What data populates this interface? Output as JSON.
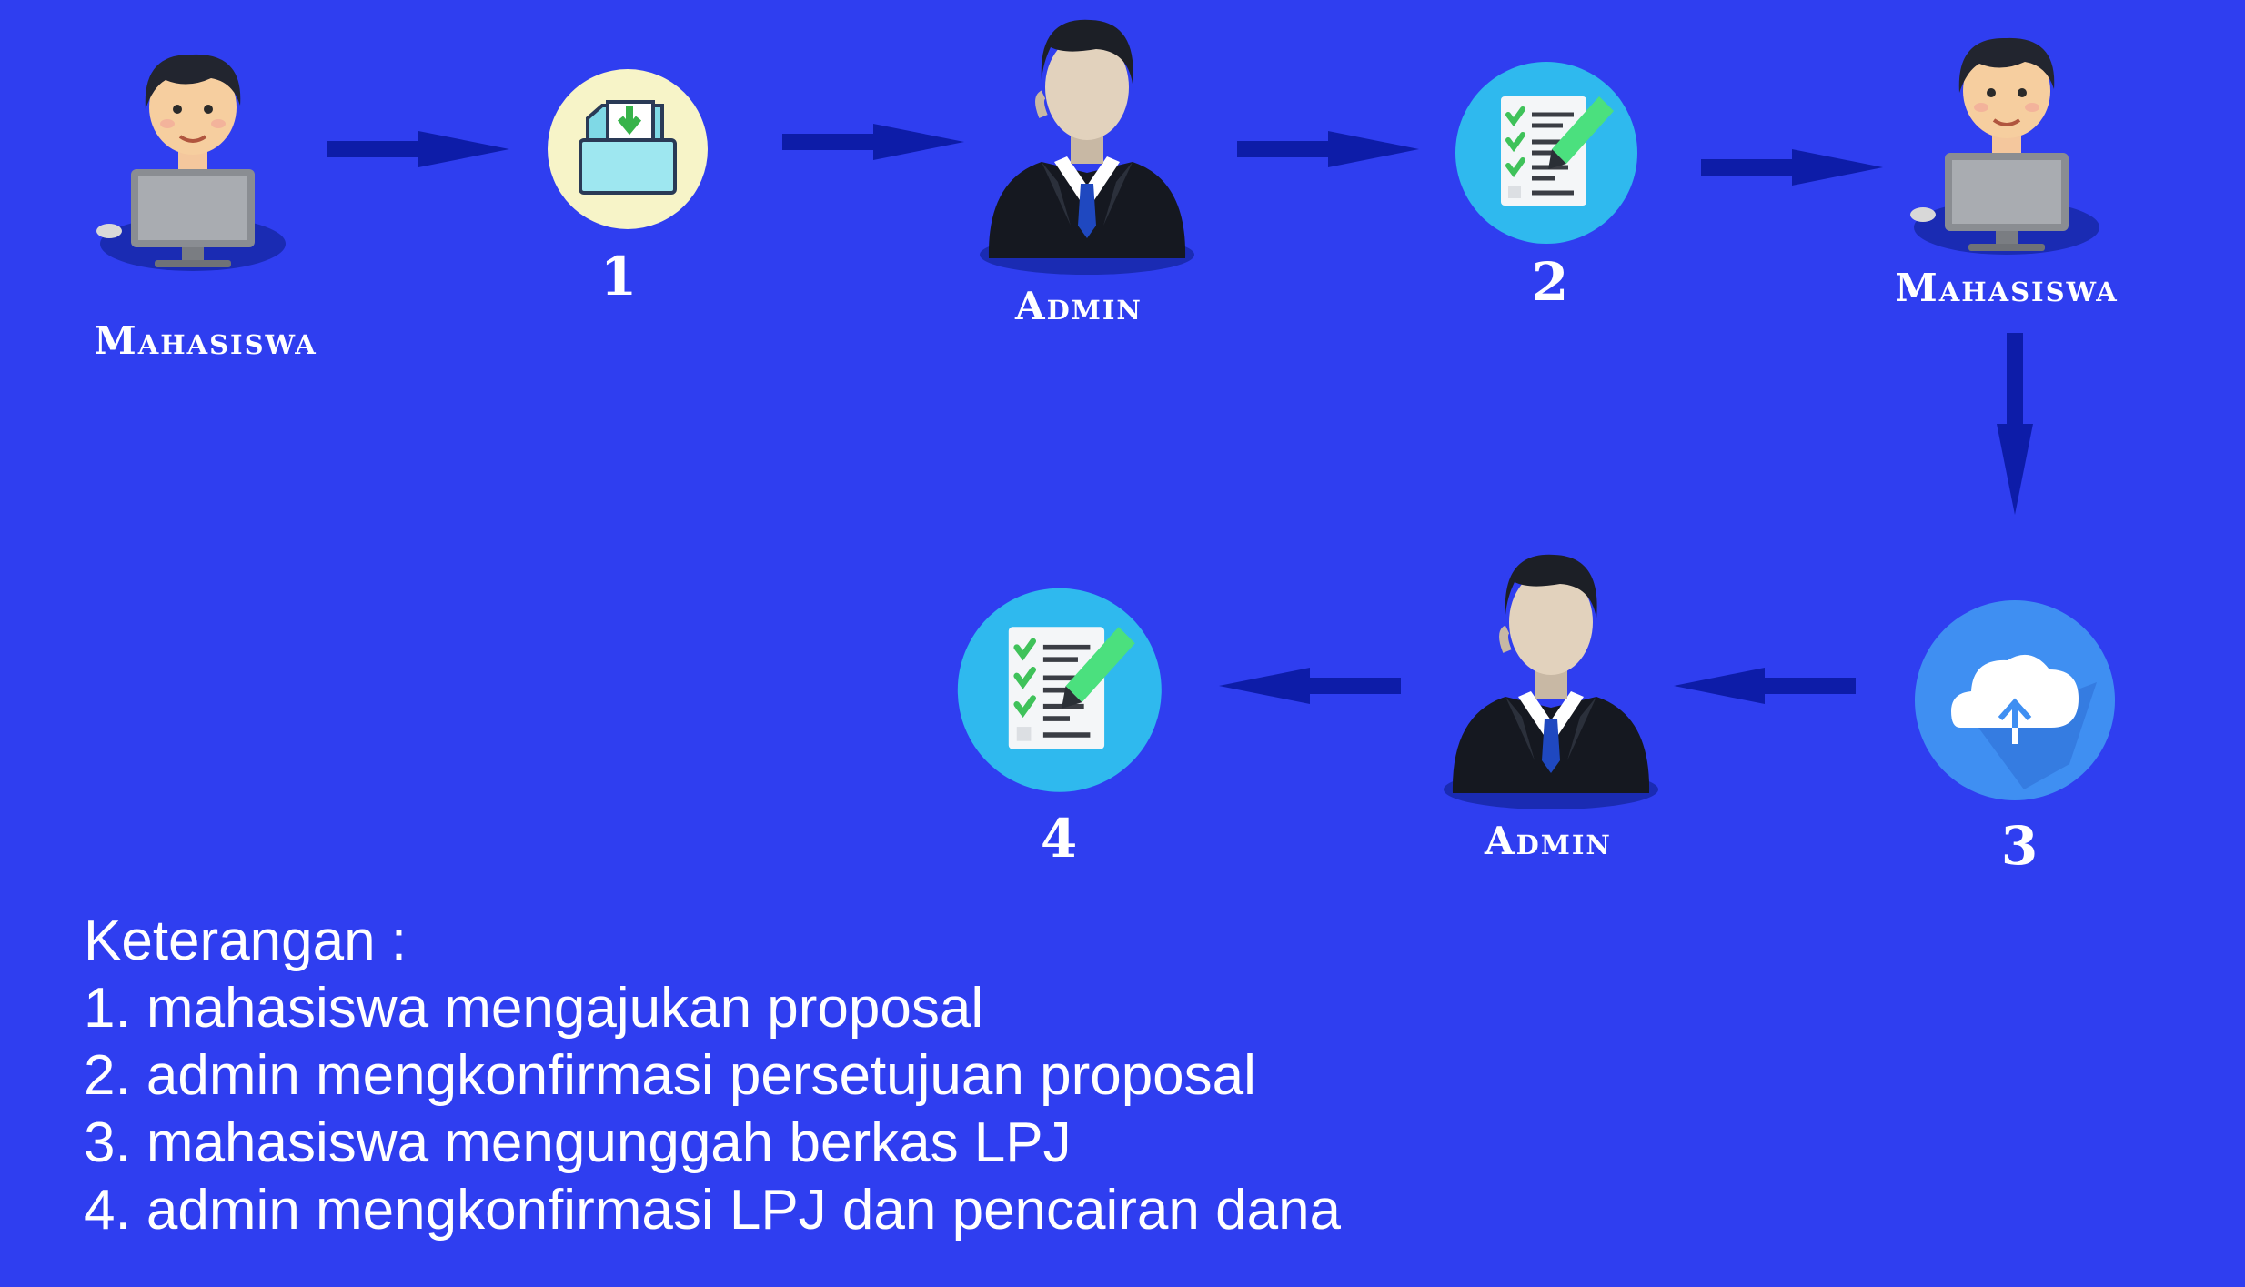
{
  "actors": {
    "mahasiswa_start": "Mahasiswa",
    "admin_top": "Admin",
    "mahasiswa_end": "Mahasiswa",
    "admin_bottom": "Admin"
  },
  "steps": {
    "s1": "1",
    "s2": "2",
    "s3": "3",
    "s4": "4"
  },
  "icons": {
    "student": "student-at-computer-icon",
    "admin": "businessman-icon",
    "submit": "folder-download-icon",
    "checklist": "checklist-icon",
    "upload": "cloud-upload-icon"
  },
  "colors": {
    "background": "#2f3ef0",
    "arrow": "#0d1ca8",
    "submit_circle": "#f7f4c8",
    "checklist_circle": "#2fb9ee",
    "upload_circle": "#3f8ff2"
  },
  "legend": {
    "title": "Keterangan :",
    "items": [
      "1. mahasiswa mengajukan proposal",
      "2. admin mengkonfirmasi persetujuan proposal",
      "3. mahasiswa mengunggah berkas LPJ",
      "4. admin mengkonfirmasi LPJ dan pencairan dana"
    ]
  }
}
